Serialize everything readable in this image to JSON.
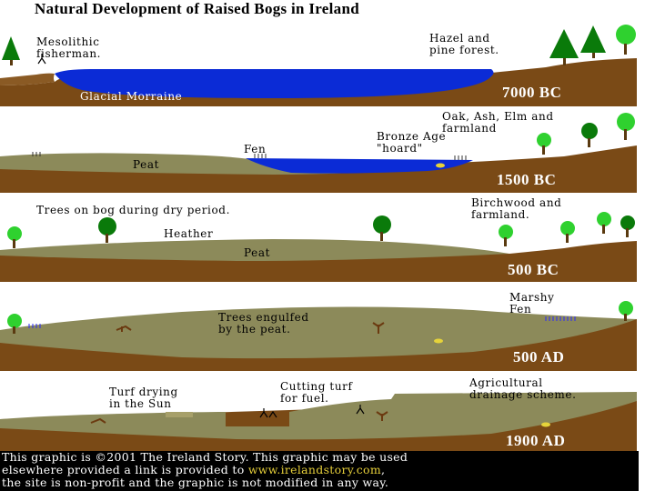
{
  "title": "Natural Development of Raised Bogs in Ireland",
  "colors": {
    "soil": "#7a4a16",
    "peat": "#8c8a5a",
    "water": "#0b2bd6",
    "tree_green": "#0a7a0a",
    "tree_light": "#2fd12f",
    "footer_bg": "#000000",
    "link": "#e6cf3a"
  },
  "panels": [
    {
      "era": "7000 BC",
      "labels": {
        "mesolithic": "Mesolithic\nfisherman.",
        "hazel": "Hazel and\npine forest.",
        "moraine": "Glacial Morraine"
      }
    },
    {
      "era": "1500 BC",
      "labels": {
        "oak": "Oak, Ash, Elm and\nfarmland",
        "bronze": "Bronze Age\n\"hoard\"",
        "fen": "Fen",
        "peat": "Peat"
      }
    },
    {
      "era": "500 BC",
      "labels": {
        "trees_dry": "Trees on bog during dry period.",
        "birch": "Birchwood and\nfarmland.",
        "heather": "Heather",
        "peat": "Peat"
      }
    },
    {
      "era": "500 AD",
      "labels": {
        "marshy": "Marshy\nFen",
        "engulfed": "Trees engulfed\nby the peat."
      }
    },
    {
      "era": "1900 AD",
      "labels": {
        "turf_drying": "Turf drying\nin the Sun",
        "cutting": "Cutting turf\nfor fuel.",
        "agri": "Agricultural\ndrainage scheme."
      }
    }
  ],
  "footer": {
    "line1": "This graphic is ©2001 The Ireland Story. This graphic may be used",
    "line2_pre": "elsewhere provided a link is provided to ",
    "link": "www.irelandstory.com",
    "line2_post": ",",
    "line3": "the site is non-profit and the graphic is not modified in any way."
  }
}
